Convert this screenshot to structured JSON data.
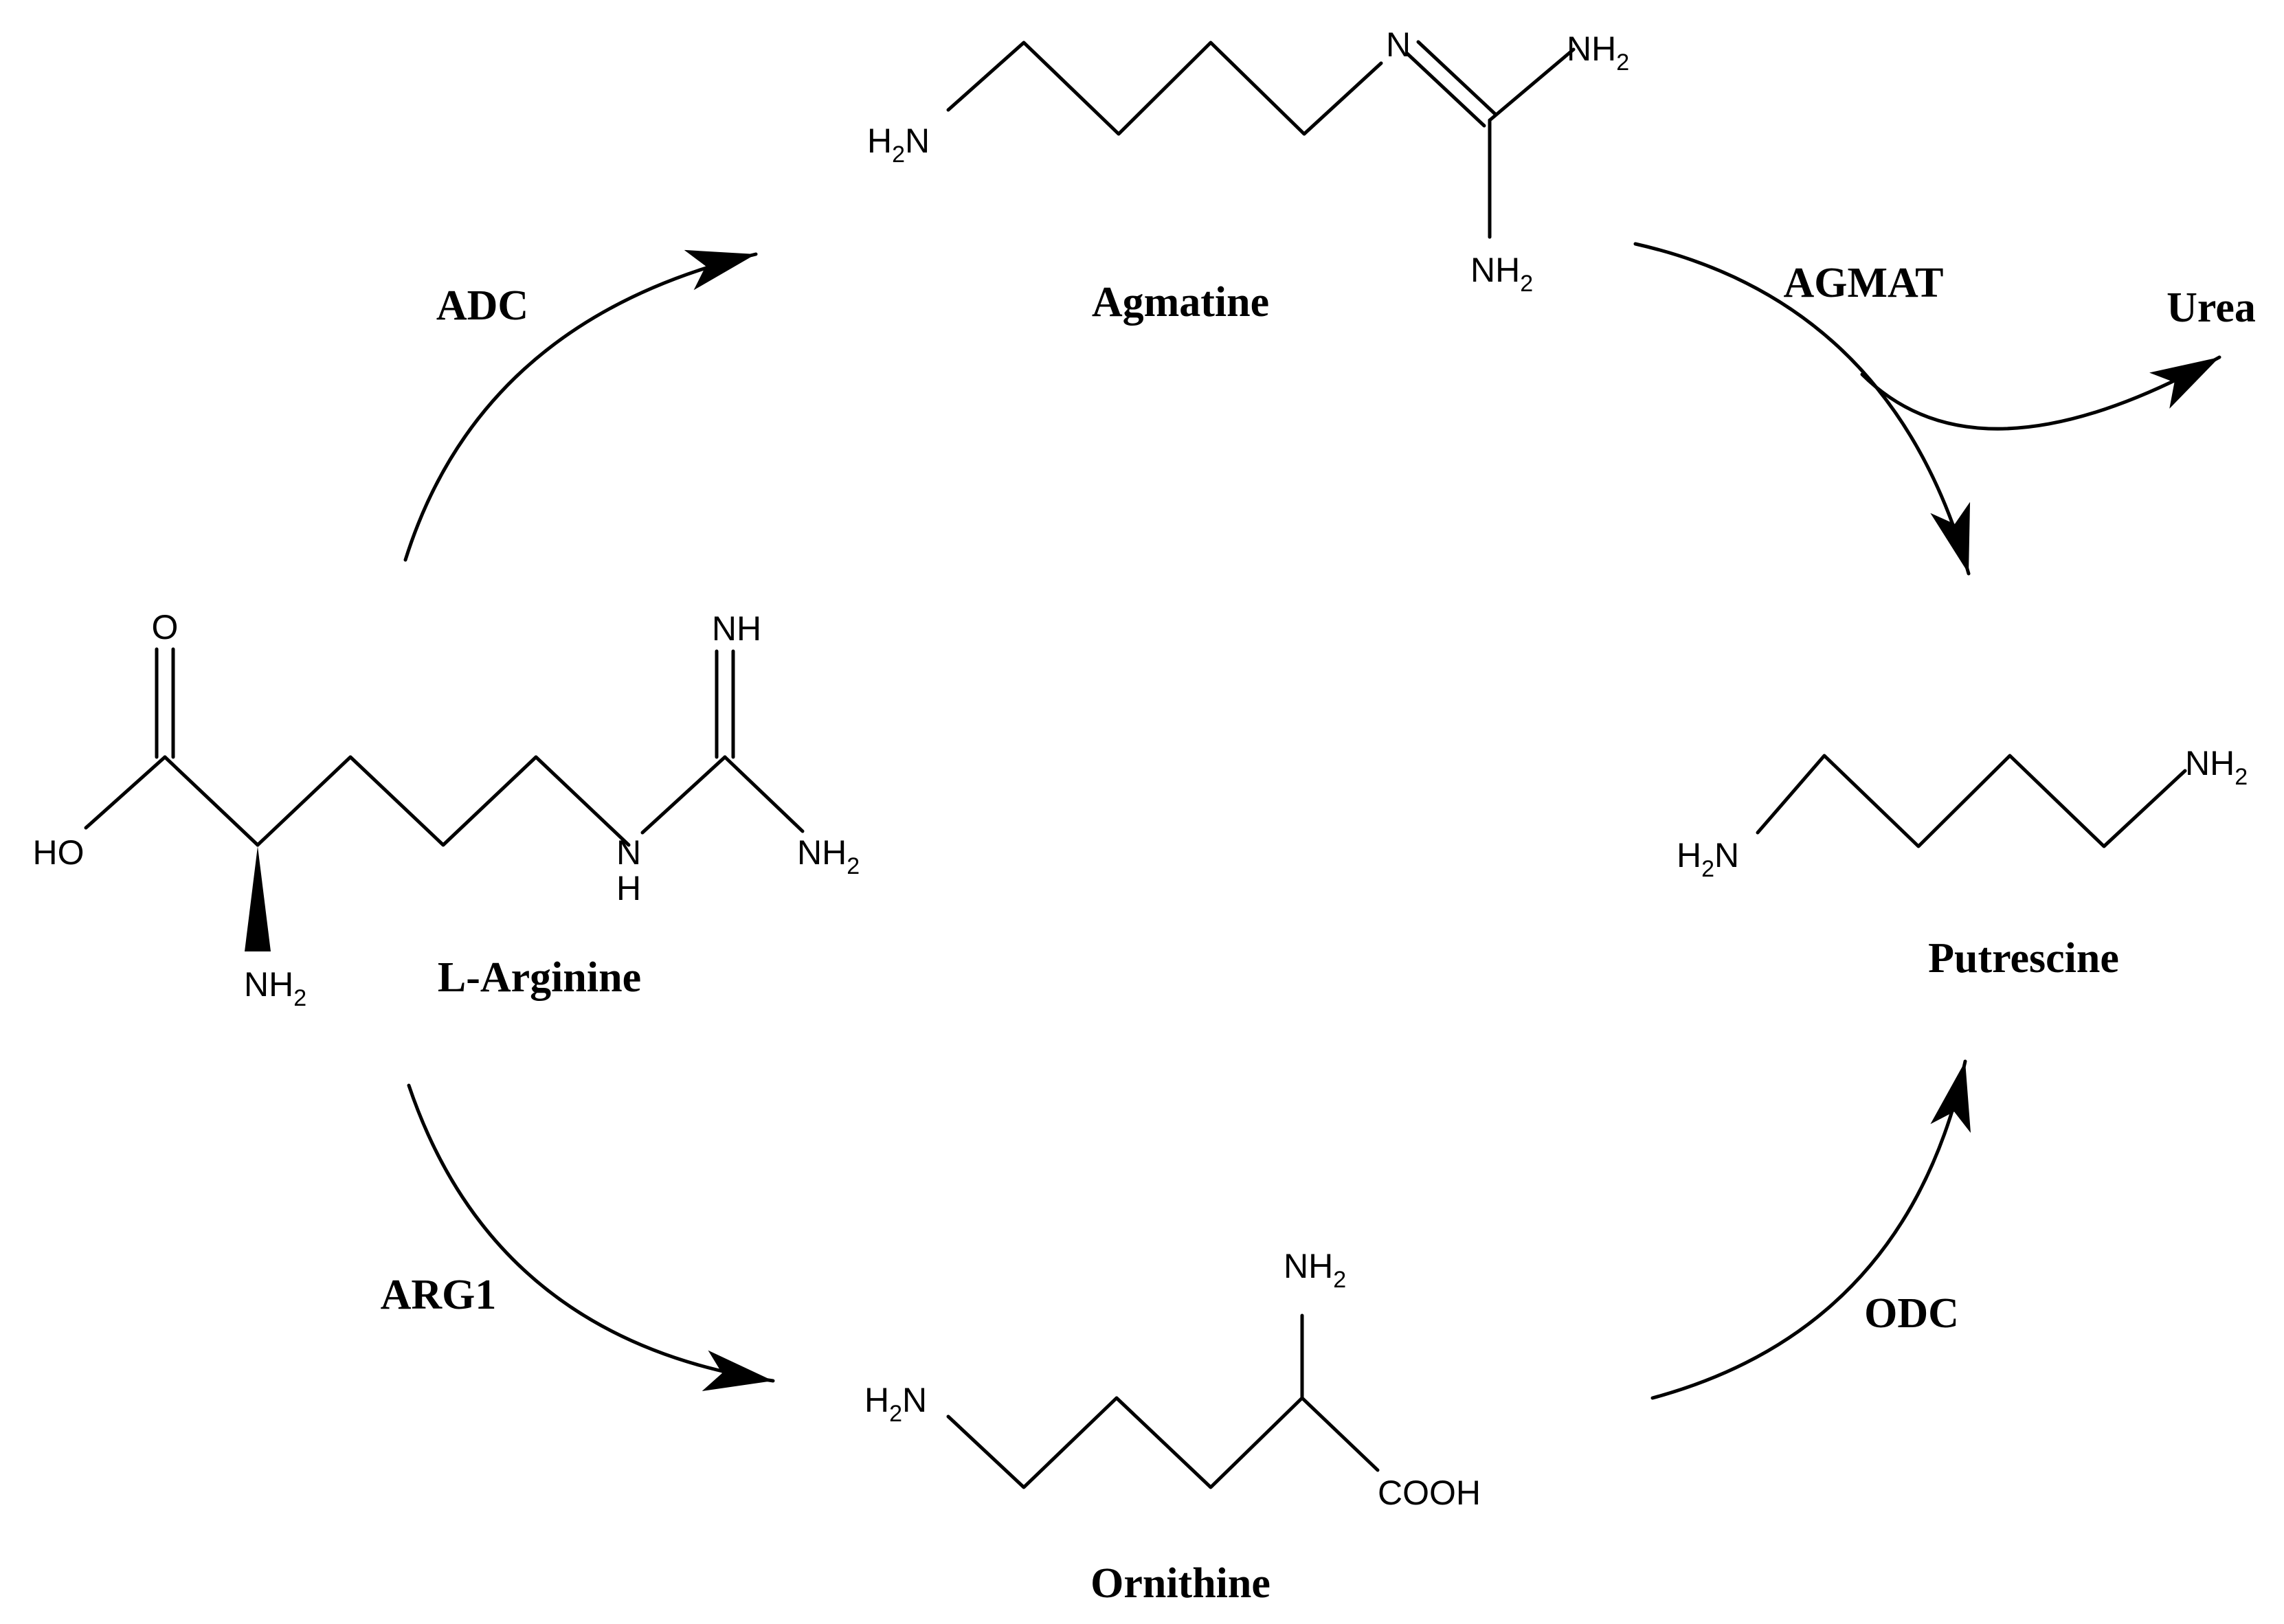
{
  "molecules": {
    "arginine": {
      "name": "L-Arginine",
      "atoms": {
        "o": "O",
        "ho": "HO",
        "nh_top": "NH",
        "n": "N",
        "h": "H",
        "nh2_side": "NH",
        "nh2_alpha": "NH",
        "sub2": "2"
      }
    },
    "agmatine": {
      "name": "Agmatine",
      "atoms": {
        "h2n_h": "H",
        "h2n_2": "2",
        "h2n_n": "N",
        "n": "N",
        "nh2_top": "NH",
        "nh2_bottom": "NH",
        "sub2": "2"
      }
    },
    "putrescine": {
      "name": "Putrescine",
      "atoms": {
        "h2n_h": "H",
        "h2n_2": "2",
        "h2n_n": "N",
        "nh2": "NH",
        "sub2": "2"
      }
    },
    "ornithine": {
      "name": "Ornithine",
      "atoms": {
        "h2n_h": "H",
        "h2n_2": "2",
        "h2n_n": "N",
        "nh2": "NH",
        "sub2": "2",
        "cooh": "COOH"
      }
    }
  },
  "enzymes": {
    "adc": "ADC",
    "agmat": "AGMAT",
    "arg1": "ARG1",
    "odc": "ODC"
  },
  "products": {
    "urea": "Urea"
  },
  "colors": {
    "ink": "#000000",
    "background": "#ffffff"
  }
}
